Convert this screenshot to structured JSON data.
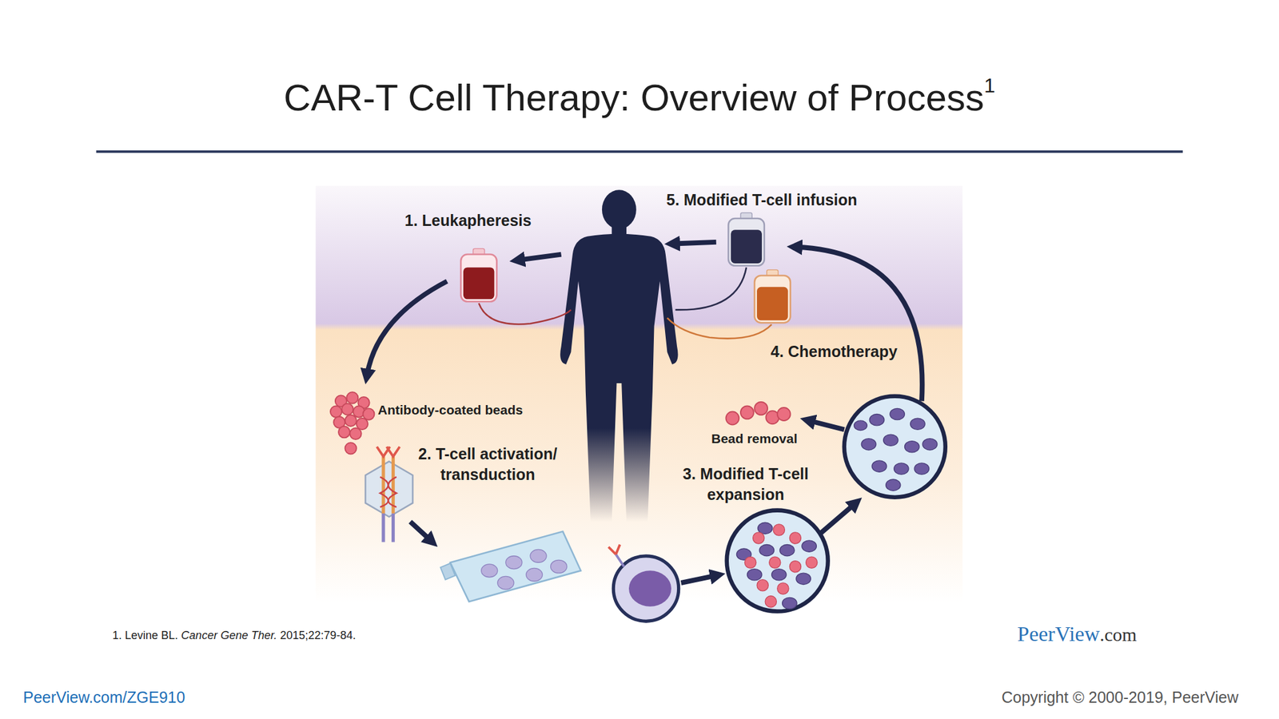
{
  "diagram": {
    "title": "CAR-T Cell Therapy: Overview of Process",
    "labels": [
      "1",
      "1. Leukapheresis",
      "5. Modified T-cell infusion",
      "4. Chemotherapy",
      "Antibody-coated beads",
      "2. T-cell activation/ transduction",
      "Bead removal",
      "3. Modified T-cell expansion",
      "1. Levine BL.",
      "Cancer Gene Ther.",
      "2015;22:79-84.",
      "PeerView",
      ".com",
      "PeerView.com/ZGE910",
      "Copyright © 2000-2019, PeerView"
    ]
  }
}
